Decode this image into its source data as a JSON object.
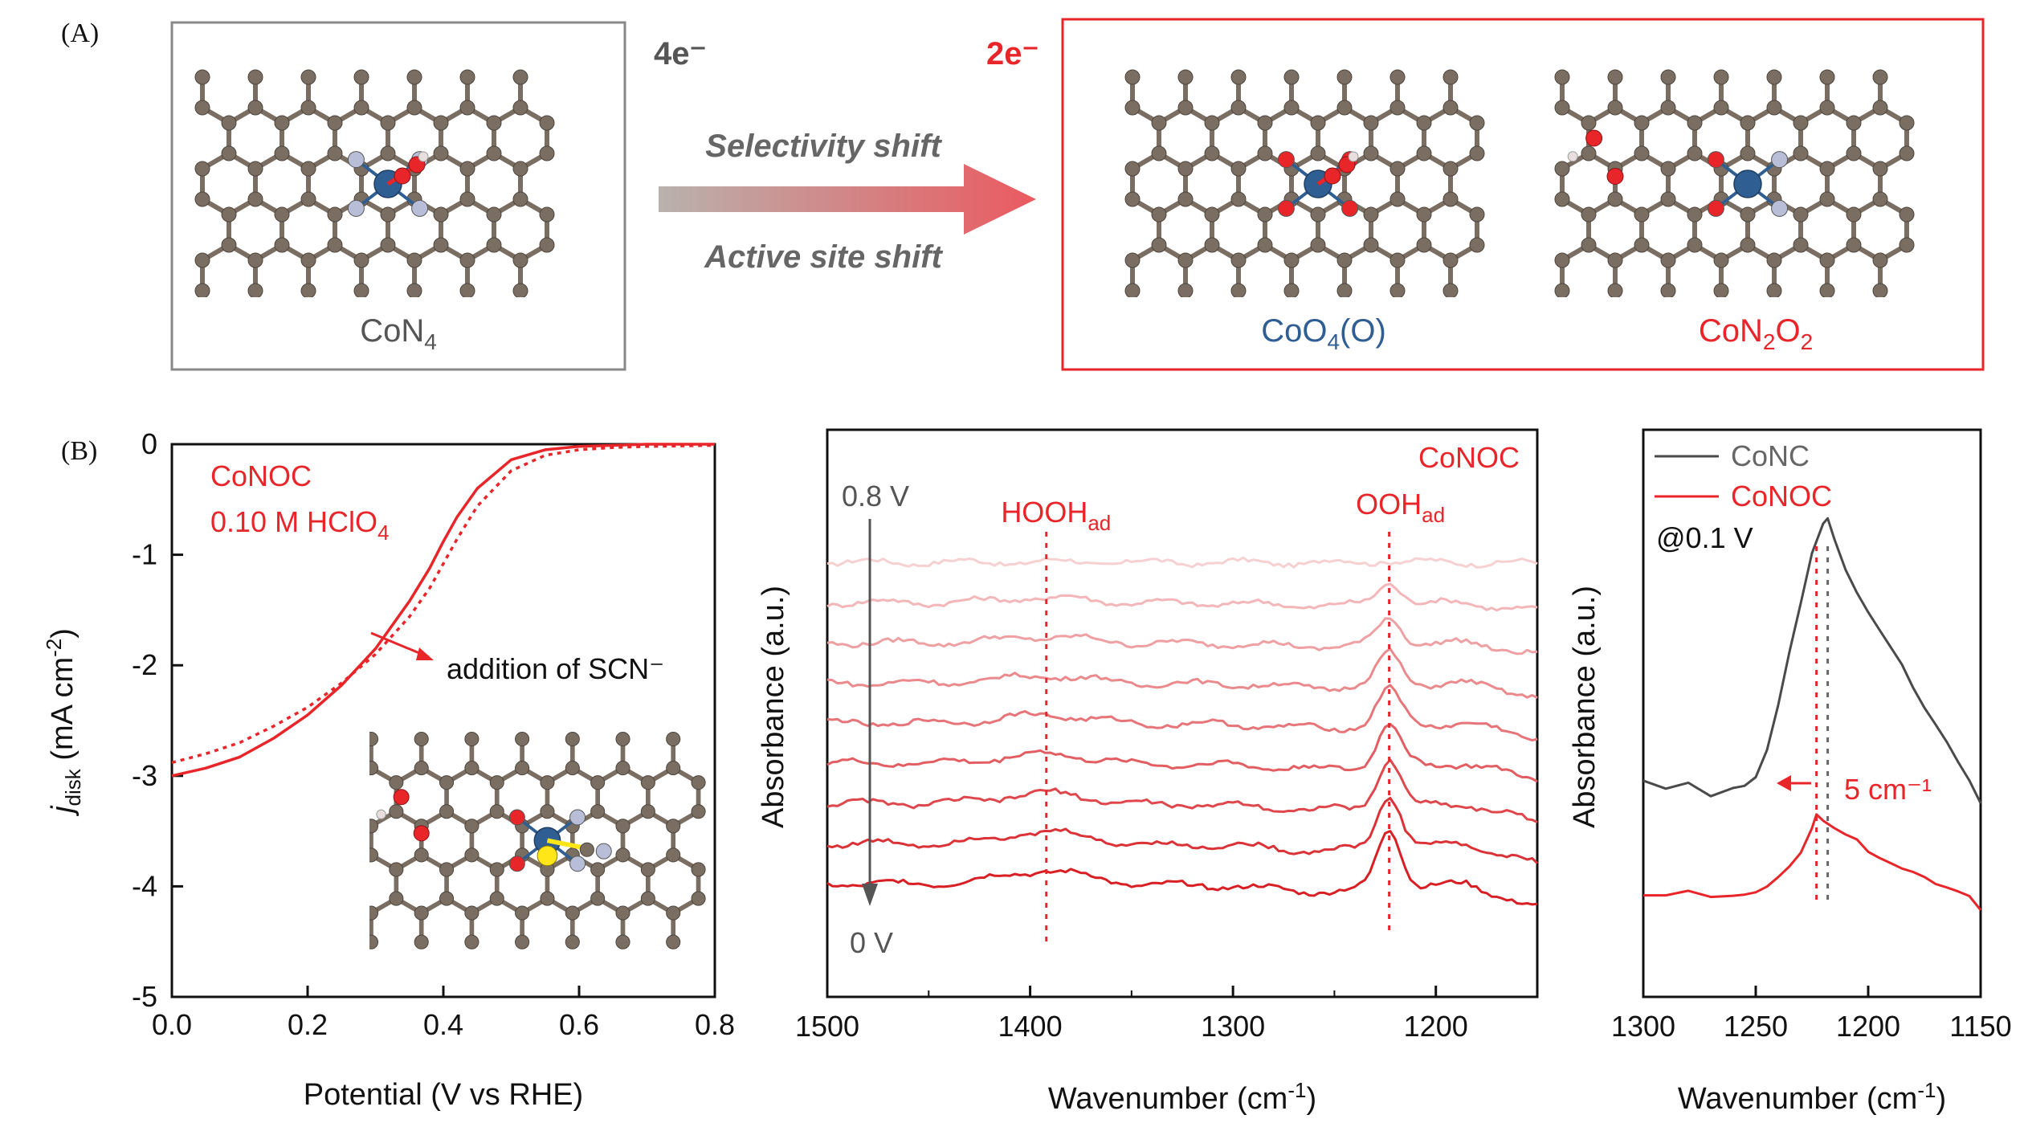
{
  "panel_labels": {
    "a": "(A)",
    "b": "(B)"
  },
  "panel_a": {
    "left_box": {
      "label_main": "CoN",
      "label_sub": "4",
      "electrons": "4e⁻"
    },
    "arrow": {
      "top_text": "Selectivity shift",
      "bottom_text": "Active site shift"
    },
    "right_box": {
      "electrons": "2e⁻",
      "structure1": {
        "main": "CoO",
        "sub": "4",
        "tail": "(O)"
      },
      "structure2": {
        "main": "CoN",
        "sub1": "2",
        "mid": "O",
        "sub2": "2"
      }
    }
  },
  "colors": {
    "red": "#e8262a",
    "gray_text": "#5a5a5a",
    "carbon": "#7a6e62",
    "cobalt": "#2f5e93",
    "nitrogen": "#b8bdd8",
    "oxygen": "#e8262a",
    "hydrogen": "#e9dede",
    "sulfur": "#ffe619",
    "conc": "#4a4a4a"
  },
  "chart_data": [
    {
      "type": "line",
      "panel": "lsv",
      "legend": {
        "line1": "CoNOC",
        "line2_main": "0.10 M HClO",
        "line2_sub": "4"
      },
      "annotation": "addition of SCN⁻",
      "xlabel": "Potential (V vs RHE)",
      "ylabel": {
        "j": "j",
        "sub": "disk",
        "unit": " (mA cm",
        "sup": "-2",
        "close": ")"
      },
      "xlim": [
        0.0,
        0.8
      ],
      "ylim": [
        -5,
        0
      ],
      "xticks": [
        "0.0",
        "0.2",
        "0.4",
        "0.6",
        "0.8"
      ],
      "yticks": [
        "0",
        "-1",
        "-2",
        "-3",
        "-4",
        "-5"
      ],
      "series": [
        {
          "style": "solid",
          "x": [
            0.0,
            0.05,
            0.1,
            0.15,
            0.2,
            0.25,
            0.3,
            0.35,
            0.38,
            0.4,
            0.42,
            0.45,
            0.5,
            0.55,
            0.6,
            0.65,
            0.7,
            0.8
          ],
          "y": [
            -3.0,
            -2.93,
            -2.83,
            -2.66,
            -2.45,
            -2.18,
            -1.85,
            -1.42,
            -1.12,
            -0.88,
            -0.66,
            -0.4,
            -0.14,
            -0.05,
            -0.02,
            -0.01,
            0.0,
            0.0
          ]
        },
        {
          "style": "dotted",
          "x": [
            0.0,
            0.05,
            0.1,
            0.15,
            0.2,
            0.25,
            0.3,
            0.35,
            0.38,
            0.4,
            0.42,
            0.45,
            0.5,
            0.55,
            0.6,
            0.65,
            0.7,
            0.8
          ],
          "y": [
            -2.88,
            -2.8,
            -2.7,
            -2.55,
            -2.38,
            -2.16,
            -1.9,
            -1.56,
            -1.3,
            -1.08,
            -0.86,
            -0.56,
            -0.24,
            -0.1,
            -0.05,
            -0.03,
            -0.02,
            -0.01
          ]
        }
      ]
    },
    {
      "type": "line",
      "panel": "seiras",
      "title": "CoNOC",
      "annotations": {
        "top": "0.8 V",
        "bottom": "0 V",
        "peak1_main": "HOOH",
        "peak1_sub": "ad",
        "peak1_x": 1392,
        "peak2_main": "OOH",
        "peak2_sub": "ad",
        "peak2_x": 1223
      },
      "xlabel": {
        "main": "Wavenumber (cm",
        "sup": "-1",
        "close": ")"
      },
      "ylabel": "Absorbance (a.u.)",
      "xlim": [
        1500,
        1150
      ],
      "xticks": [
        "1500",
        "1400",
        "1300",
        "1200"
      ],
      "tick_values": [
        1500,
        1400,
        1300,
        1200
      ],
      "potentials_V": [
        0.8,
        0.7,
        0.6,
        0.5,
        0.4,
        0.3,
        0.2,
        0.1,
        0.0
      ],
      "series_colors": [
        "#f7d0d2",
        "#f3b6b9",
        "#eea0a3",
        "#ea8a8d",
        "#e67478",
        "#e25e62",
        "#de484c",
        "#da3236",
        "#d81f24"
      ],
      "series_base_offsets": [
        0.0,
        -0.5,
        -1.0,
        -1.5,
        -2.0,
        -2.5,
        -3.0,
        -3.5,
        -4.0
      ],
      "peak_heights": [
        0.05,
        0.45,
        0.55,
        0.65,
        0.75,
        0.85,
        0.95,
        1.05,
        1.2
      ]
    },
    {
      "type": "line",
      "panel": "comparison",
      "legend": [
        "CoNC",
        "CoNOC"
      ],
      "condition": "@0.1 V",
      "shift_label": "5 cm⁻¹",
      "peak_positions": {
        "CoNC": 1218,
        "CoNOC": 1223
      },
      "xlabel": {
        "main": "Wavenumber (cm",
        "sup": "-1",
        "close": ")"
      },
      "ylabel": "Absorbance (a.u.)",
      "xlim": [
        1300,
        1150
      ],
      "xticks": [
        "1300",
        "1250",
        "1200",
        "1150"
      ],
      "tick_values": [
        1300,
        1250,
        1200,
        1150
      ],
      "series": [
        {
          "name": "CoNC",
          "x": [
            1300,
            1290,
            1280,
            1270,
            1260,
            1255,
            1250,
            1245,
            1240,
            1235,
            1230,
            1225,
            1220,
            1218,
            1215,
            1210,
            1205,
            1200,
            1195,
            1190,
            1185,
            1180,
            1175,
            1170,
            1165,
            1160,
            1155,
            1150
          ],
          "y": [
            0.05,
            0.02,
            0.04,
            0.0,
            0.02,
            0.03,
            0.07,
            0.18,
            0.36,
            0.55,
            0.75,
            0.95,
            1.05,
            1.08,
            1.0,
            0.87,
            0.78,
            0.72,
            0.65,
            0.58,
            0.5,
            0.42,
            0.35,
            0.28,
            0.2,
            0.13,
            0.06,
            -0.04
          ]
        },
        {
          "name": "CoNOC",
          "x": [
            1300,
            1290,
            1280,
            1270,
            1260,
            1255,
            1250,
            1245,
            1240,
            1235,
            1230,
            1225,
            1223,
            1220,
            1215,
            1210,
            1205,
            1200,
            1195,
            1190,
            1185,
            1180,
            1175,
            1170,
            1165,
            1160,
            1155,
            1150
          ],
          "y": [
            0.04,
            0.03,
            0.05,
            0.02,
            0.03,
            0.04,
            0.05,
            0.07,
            0.1,
            0.14,
            0.2,
            0.3,
            0.34,
            0.33,
            0.3,
            0.26,
            0.24,
            0.21,
            0.18,
            0.16,
            0.14,
            0.12,
            0.1,
            0.08,
            0.07,
            0.05,
            0.03,
            -0.02
          ]
        }
      ]
    }
  ]
}
